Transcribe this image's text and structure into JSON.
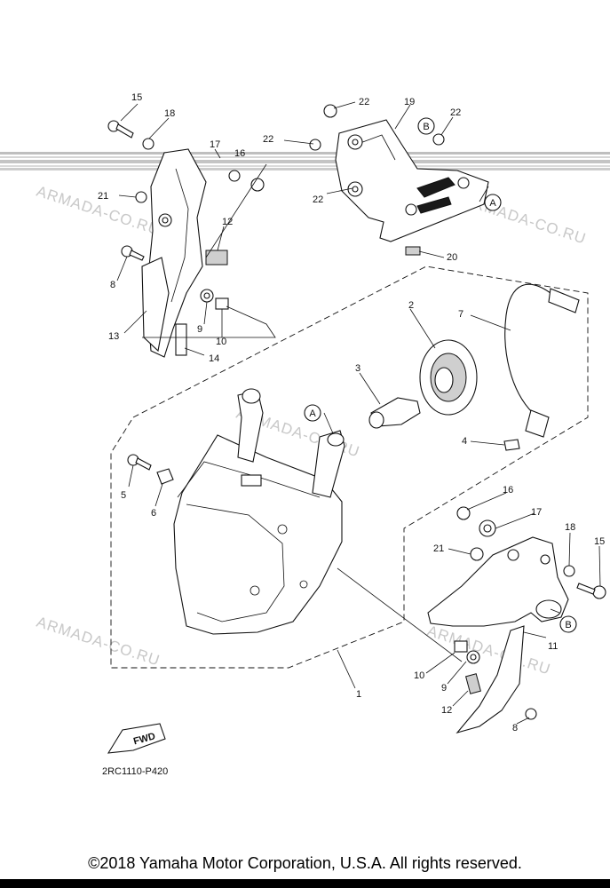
{
  "diagram_code": "2RC1110-P420",
  "fwd_label": "FWD",
  "watermark": "ARMADA-CO.RU",
  "copyright": "©2018 Yamaha Motor Corporation, U.S.A. All rights reserved.",
  "ref_marks": {
    "a": "A",
    "b": "B"
  },
  "callouts": {
    "c1": "1",
    "c2": "2",
    "c3": "3",
    "c4": "4",
    "c5": "5",
    "c6": "6",
    "c7": "7",
    "c8_left": "8",
    "c8_right": "8",
    "c9_left": "9",
    "c9_right": "9",
    "c10_left": "10",
    "c10_right": "10",
    "c11": "11",
    "c12_left": "12",
    "c12_right": "12",
    "c13": "13",
    "c14": "14",
    "c15_left": "15",
    "c15_right": "15",
    "c16_left": "16",
    "c16_right": "16",
    "c17_left": "17",
    "c17_right": "17",
    "c18_left": "18",
    "c18_right": "18",
    "c19": "19",
    "c20": "20",
    "c21_left": "21",
    "c21_right": "21",
    "c22_a": "22",
    "c22_b": "22",
    "c22_c": "22",
    "c22_d": "22"
  }
}
